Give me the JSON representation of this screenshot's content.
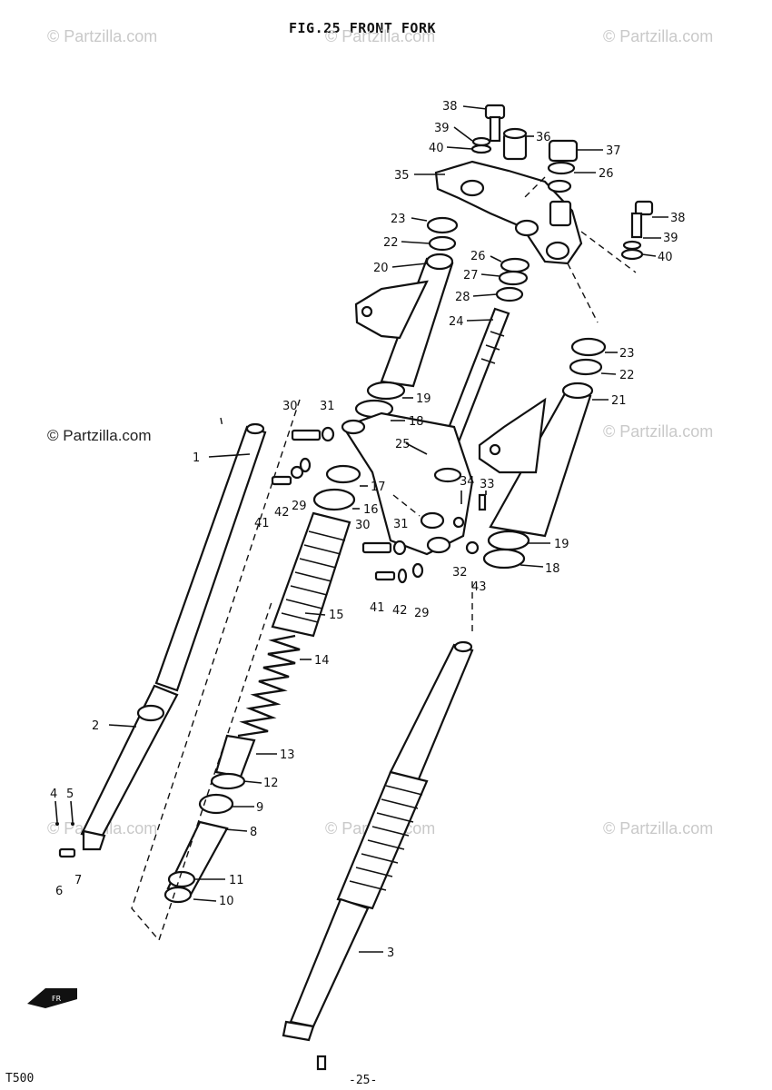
{
  "header": {
    "title": "FIG.25  FRONT FORK"
  },
  "watermarks": {
    "light": [
      "© Partzilla.com",
      "© Partzilla.com",
      "© Partzilla.com",
      "© Partzilla.com",
      "© Partzilla.com",
      "© Partzilla.com",
      "© Partzilla.com"
    ],
    "dark": "© Partzilla.com"
  },
  "footer": {
    "model": "T500",
    "page": "-25-"
  },
  "callouts": {
    "c38a": "38",
    "c39a": "39",
    "c40a": "40",
    "c36": "36",
    "c37": "37",
    "c35": "35",
    "c26a": "26",
    "c38b": "38",
    "c39b": "39",
    "c40b": "40",
    "c23a": "23",
    "c22a": "22",
    "c20": "20",
    "c26b": "26",
    "c27": "27",
    "c28": "28",
    "c24": "24",
    "c23b": "23",
    "c22b": "22",
    "c21": "21",
    "c19a": "19",
    "c18a": "18",
    "c30a": "30",
    "c31a": "31",
    "c25": "25",
    "c1": "1",
    "c17": "17",
    "c16": "16",
    "c34": "34",
    "c33": "33",
    "c29a": "29",
    "c42a": "42",
    "c41a": "41",
    "c30b": "30",
    "c31b": "31",
    "c19b": "19",
    "c18b": "18",
    "c32": "32",
    "c43": "43",
    "c41b": "41",
    "c42b": "42",
    "c29b": "29",
    "c15": "15",
    "c14": "14",
    "c2": "2",
    "c13": "13",
    "c12": "12",
    "c9": "9",
    "c8": "8",
    "c4": "4",
    "c5": "5",
    "c6": "6",
    "c7": "7",
    "c11": "11",
    "c10": "10",
    "c3": "3"
  }
}
